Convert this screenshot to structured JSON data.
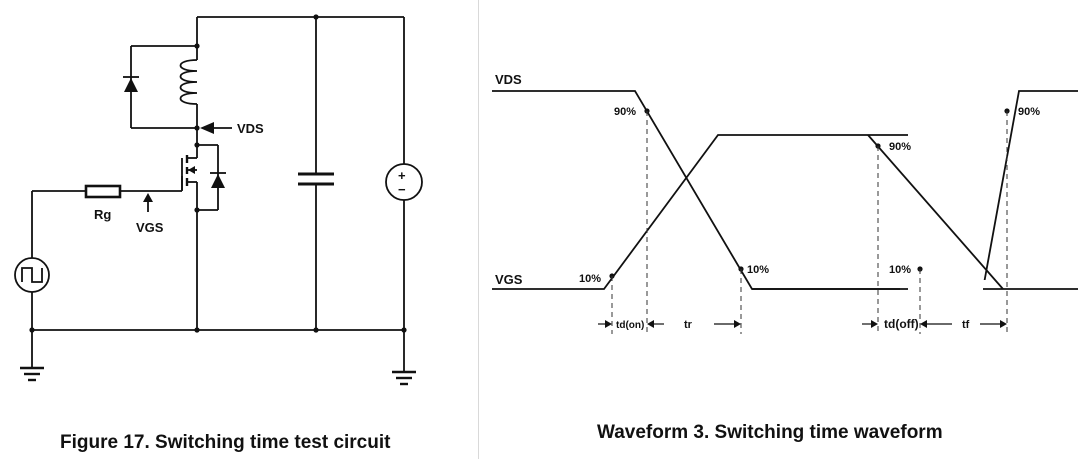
{
  "circuit": {
    "caption": "Figure 17. Switching time test circuit",
    "labels": {
      "vds": "VDS",
      "vgs": "VGS",
      "rg": "Rg"
    },
    "source_signs": {
      "plus": "+",
      "minus": "−"
    }
  },
  "waveform": {
    "caption": "Waveform 3. Switching time waveform",
    "signals": {
      "vds": "VDS",
      "vgs": "VGS"
    },
    "level_labels": {
      "vds_90_first": "90%",
      "vgs_90": "90%",
      "vds_90_last": "90%",
      "vgs_10_first": "10%",
      "vds_10": "10%",
      "vgs_10_last": "10%"
    },
    "timing_labels": {
      "td_on": "td(on)",
      "tr": "tr",
      "td_off": "td(off)",
      "tf": "tf"
    }
  }
}
